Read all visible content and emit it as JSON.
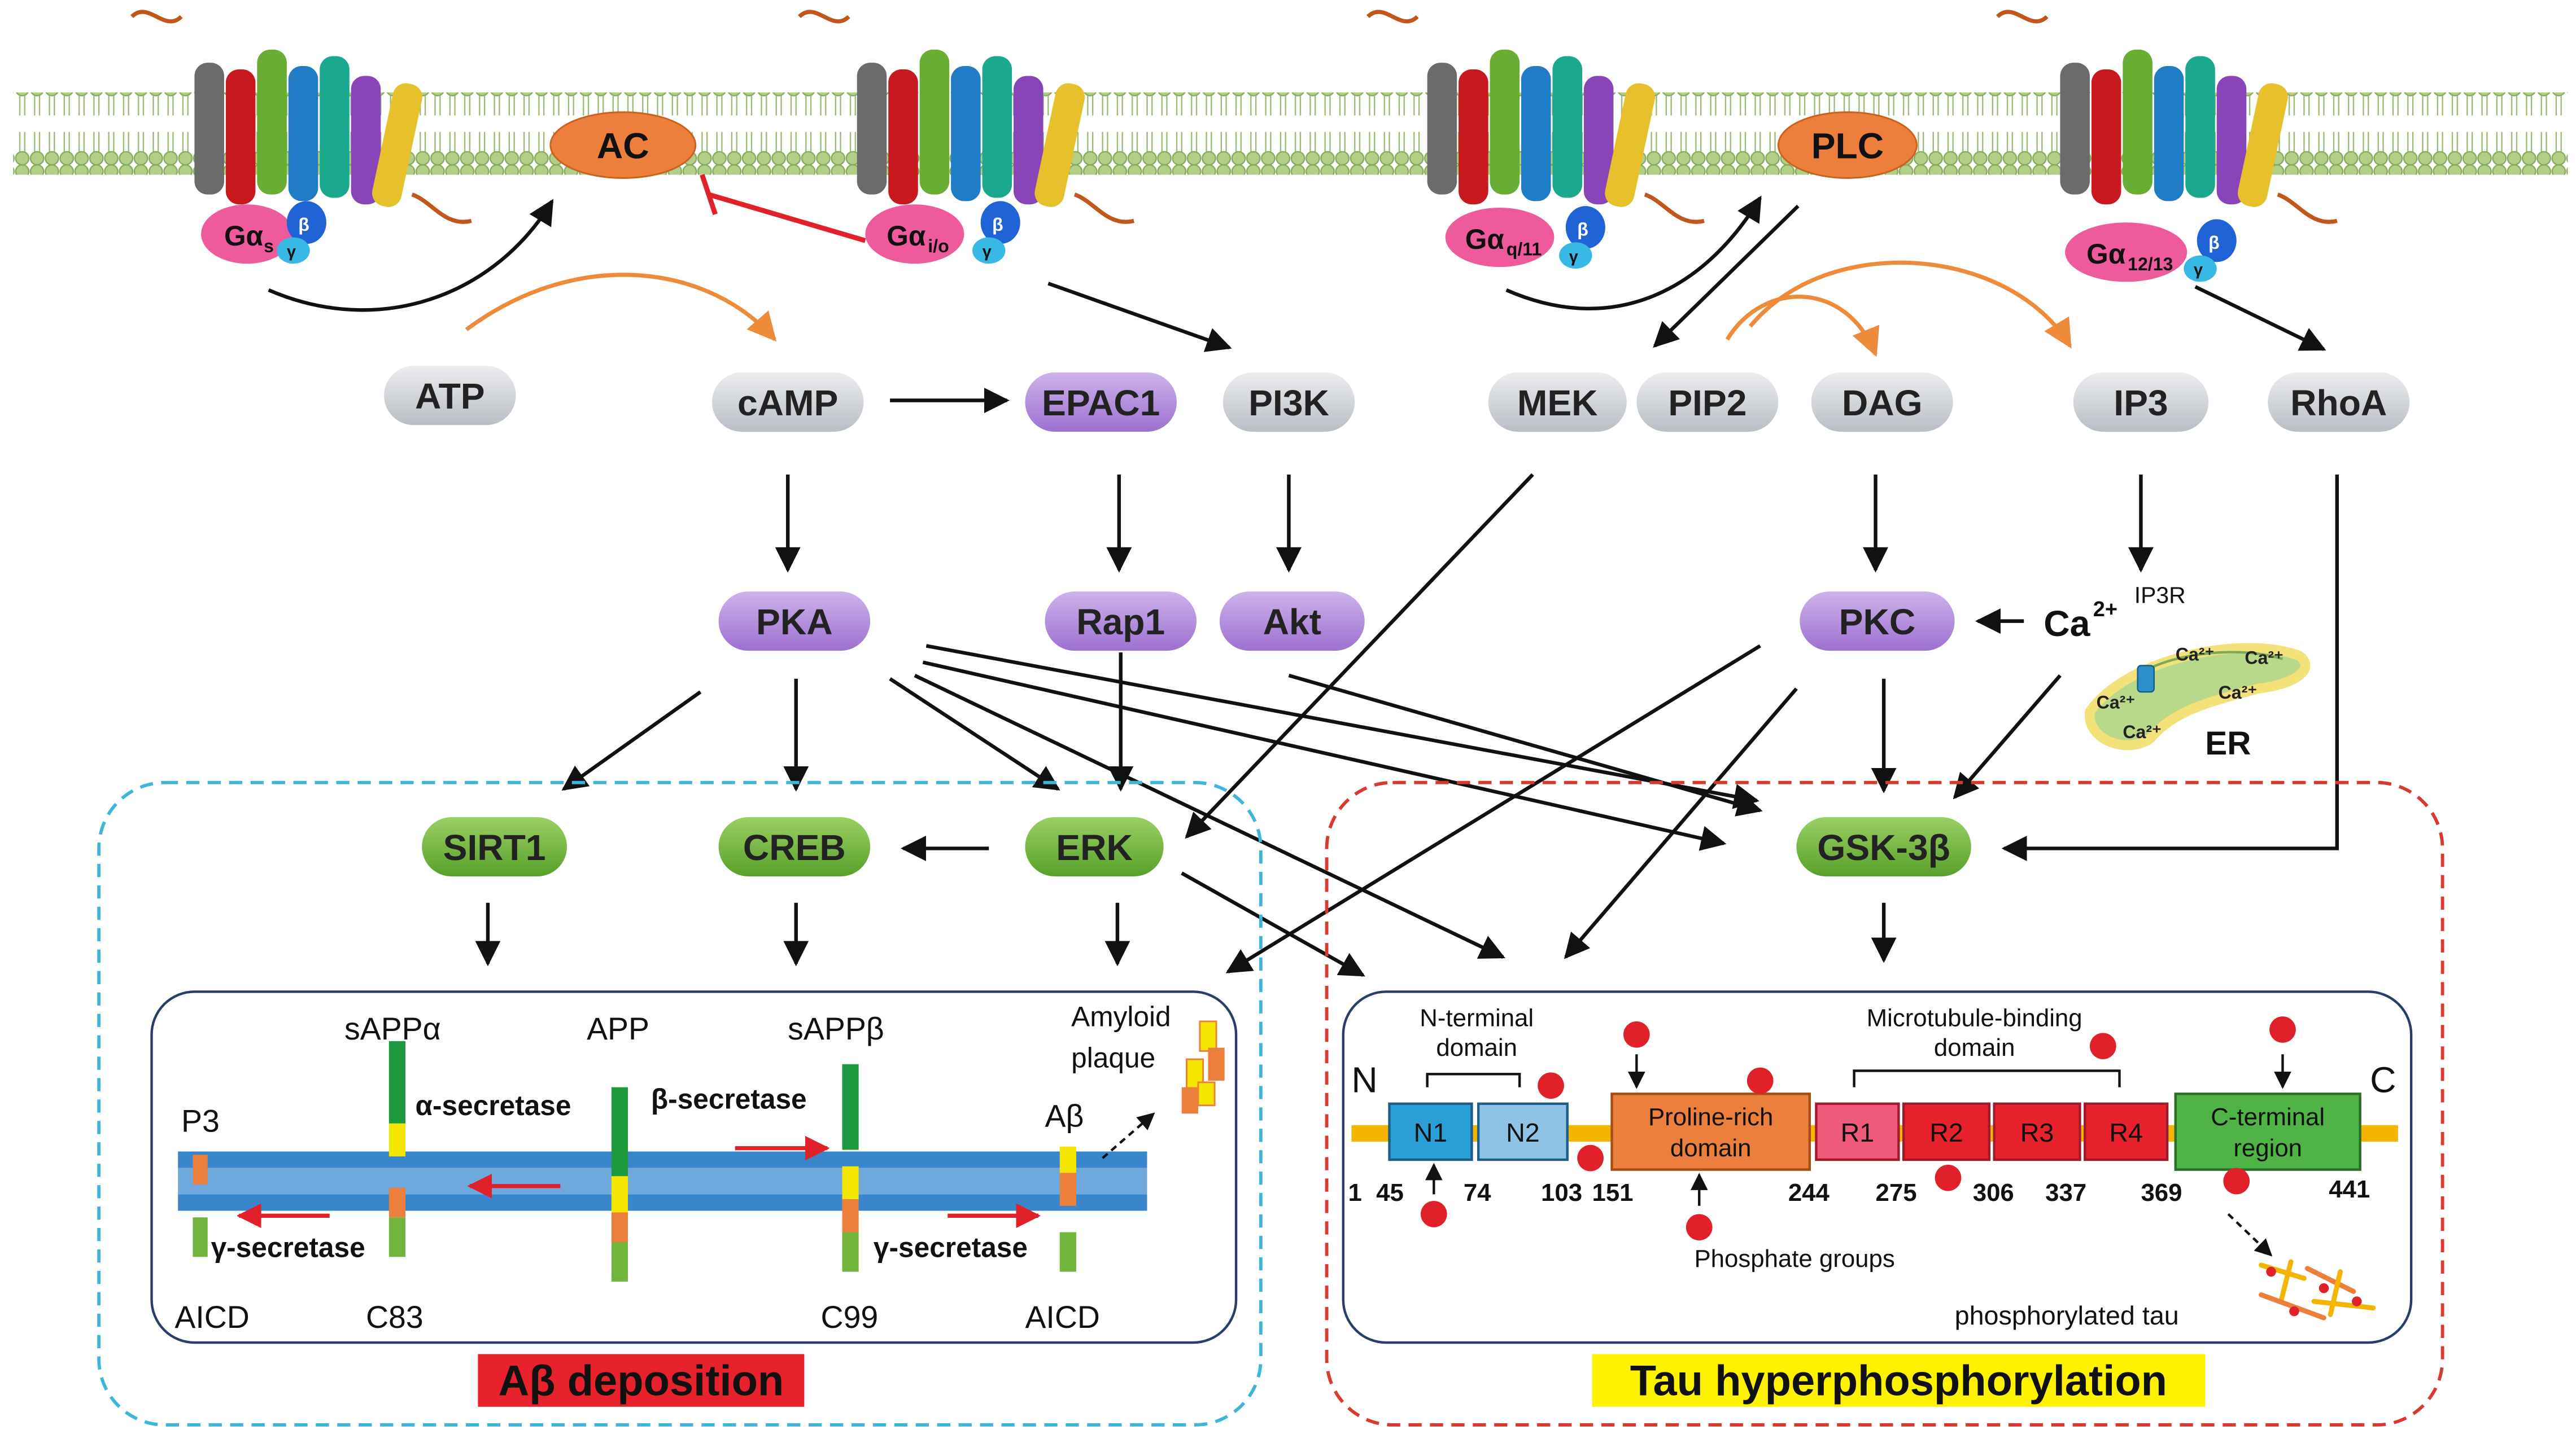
{
  "colors": {
    "membrane": "#a9c77f",
    "membrane_dark": "#8fb165",
    "grey_node": "#d5d9de",
    "purple_node": "#b48fdc",
    "green_node": "#72b53c",
    "orange_node": "#ec7f3b",
    "pink_g": "#ef5a9c",
    "red_arrow": "#e0212a",
    "orange_arrow": "#ee8b3a",
    "blue_dash": "#3fb6d9",
    "red_dash": "#d83a2f",
    "abeta_label_bg": "#e8222c",
    "tau_label_bg": "#fff200"
  },
  "receptors": {
    "gas": "Gα",
    "gas_sub": "s",
    "gai": "Gα",
    "gai_sub": "i/o",
    "gaq": "Gα",
    "gaq_sub": "q/11",
    "ga12": "Gα",
    "ga12_sub": "12/13",
    "beta": "β",
    "gamma": "γ"
  },
  "effectors": {
    "ac": "AC",
    "plc": "PLC"
  },
  "nodes": {
    "atp": "ATP",
    "camp": "cAMP",
    "epac1": "EPAC1",
    "pi3k": "PI3K",
    "mek": "MEK",
    "pip2": "PIP2",
    "dag": "DAG",
    "ip3": "IP3",
    "rhoa": "RhoA",
    "pka": "PKA",
    "rap1": "Rap1",
    "akt": "Akt",
    "pkc": "PKC",
    "sirt1": "SIRT1",
    "creb": "CREB",
    "erk": "ERK",
    "gsk": "GSK-3β"
  },
  "calcium": {
    "label": "Ca",
    "charge": "2+",
    "ip3r": "IP3R",
    "er": "ER",
    "ions": [
      "Ca²⁺",
      "Ca²⁺",
      "Ca²⁺",
      "Ca²⁺",
      "Ca²⁺"
    ]
  },
  "abeta": {
    "title": "Aβ deposition",
    "sappa": "sAPPα",
    "app": "APP",
    "sappb": "sAPPβ",
    "amyloid": "Amyloid",
    "plaque": "plaque",
    "abeta": "Aβ",
    "p3": "P3",
    "alpha_sec": "α-secretase",
    "beta_sec": "β-secretase",
    "gamma_sec_left": "γ-secretase",
    "gamma_sec_right": "γ-secretase",
    "aicd_left": "AICD",
    "c83": "C83",
    "c99": "C99",
    "aicd_right": "AICD"
  },
  "tau": {
    "title": "Tau hyperphosphorylation",
    "n": "N",
    "c": "C",
    "n_terminal": "N-terminal",
    "n_terminal2": "domain",
    "mtb": "Microtubule-binding",
    "mtb2": "domain",
    "n1": "N1",
    "n2": "N2",
    "proline": "Proline-rich",
    "proline2": "domain",
    "r1": "R1",
    "r2": "R2",
    "r3": "R3",
    "r4": "R4",
    "cterm": "C-terminal",
    "cterm2": "region",
    "positions": [
      "1",
      "45",
      "74",
      "103",
      "151",
      "244",
      "275",
      "306",
      "337",
      "369",
      "441"
    ],
    "phosphate": "Phosphate groups",
    "phospho_tau": "phosphorylated tau"
  }
}
